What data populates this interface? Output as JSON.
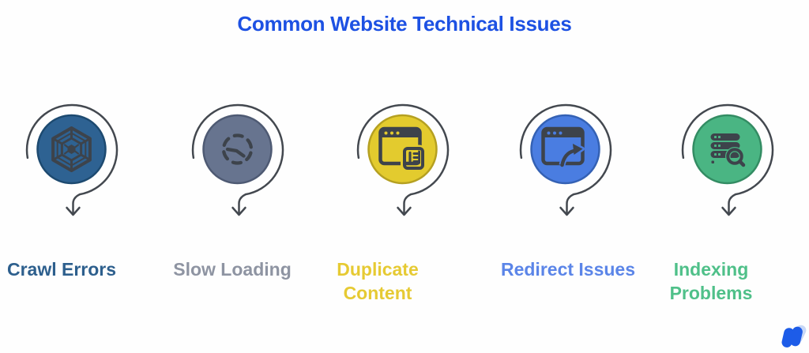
{
  "title": {
    "text": "Common Website Technical Issues",
    "color": "#1d51e3"
  },
  "ink": "#3d434b",
  "swirl_color": "#43484f",
  "items": [
    {
      "label": "Crawl Errors",
      "icon": "spider-web-icon",
      "circle_color": "#2e6292",
      "circle_edge": "#1d4a70",
      "label_color": "#2d5f8d"
    },
    {
      "label": "Slow Loading",
      "icon": "dashed-clock-icon",
      "circle_color": "#67748f",
      "circle_edge": "#4e5a73",
      "label_color": "#8e94a2"
    },
    {
      "label": "Duplicate Content",
      "icon": "window-copy-icon",
      "circle_color": "#e3cb2e",
      "circle_edge": "#b5a021",
      "label_color": "#e6ca33"
    },
    {
      "label": "Redirect Issues",
      "icon": "window-redirect-icon",
      "circle_color": "#4a7de1",
      "circle_edge": "#3461b4",
      "label_color": "#5b85e8"
    },
    {
      "label": "Indexing Problems",
      "icon": "server-search-icon",
      "circle_color": "#4ab583",
      "circle_edge": "#338c63",
      "label_color": "#4fc089"
    }
  ],
  "logo": {
    "color": "#1d5ce8",
    "color_light": "#aac3f2"
  }
}
